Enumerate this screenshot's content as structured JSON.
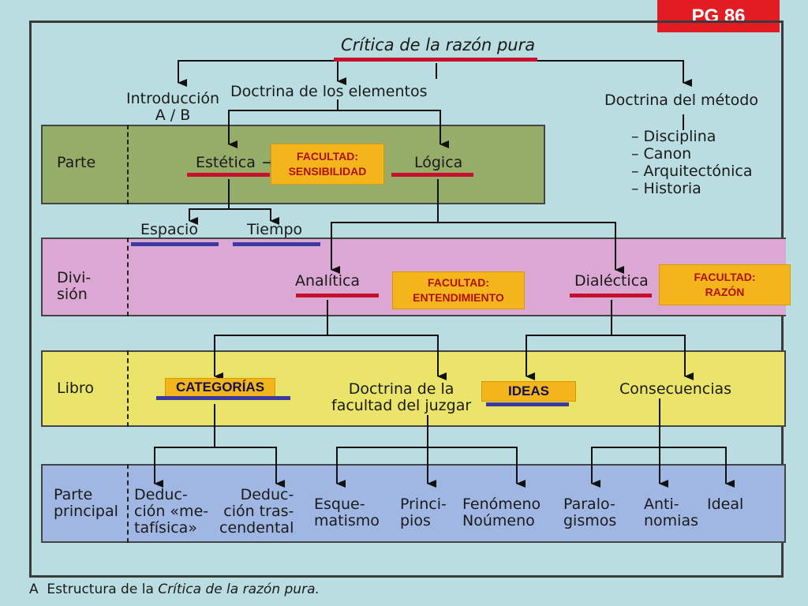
{
  "badge": "PG 86",
  "title": "Crítica de la razón pura",
  "top_level": {
    "introduccion": "Introducción\nA / B",
    "doctrina_elementos": "Doctrina de los elementos",
    "doctrina_metodo": "Doctrina del método",
    "metodo_items": [
      "– Disciplina",
      "– Canon",
      "– Arquitectónica",
      "– Historia"
    ]
  },
  "rows": {
    "parte": "Parte",
    "division": "Divi-\nsión",
    "libro": "Libro",
    "parte_principal": "Parte\nprincipal"
  },
  "nodes": {
    "estetica": "Estética",
    "estetica_arrow": "→",
    "logica": "Lógica",
    "espacio": "Espacio",
    "tiempo": "Tiempo",
    "analitica": "Analítica",
    "dialectica": "Dialéctica",
    "doctrina_juzgar": "Doctrina de la\nfacultad del juzgar",
    "consecuencias": "Consecuencias",
    "deduccion_meta": "Deduc-\nción «me-\ntafísica»",
    "deduccion_tras": "Deduc-\nción tras-\ncendental",
    "esquematismo": "Esque-\nmatismo",
    "principios": "Princi-\npios",
    "fenomeno": "Fenómeno\nNoúmeno",
    "paralogismos": "Paralo-\ngismos",
    "antinomias": "Anti-\nnomias",
    "ideal": "Ideal"
  },
  "labels": {
    "sensibilidad": "FACULTAD:\nSENSIBILIDAD",
    "entendimiento": "FACULTAD:\nENTENDIMIENTO",
    "razon": "FACULTAD:\nRAZÓN",
    "categorias": "CATEGORÍAS",
    "ideas": "IDEAS"
  },
  "caption": {
    "prefix": "A  Estructura de la ",
    "italic": "Crítica de la razón pura."
  },
  "colors": {
    "background": "#b9dde0",
    "parte_band": "#96ad6a",
    "division_band": "#dba7d3",
    "libro_band": "#eae46a",
    "parte_principal_band": "#9fb7e2",
    "label_box": "#f3b51b",
    "underline_red": "#c8102e",
    "underline_blue": "#3b3aa0",
    "badge": "#e31b23"
  }
}
